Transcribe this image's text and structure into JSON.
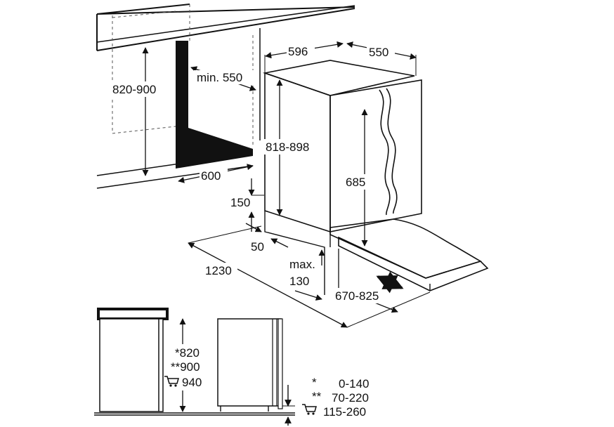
{
  "dimensions": {
    "niche_height": "820-900",
    "niche_min_depth": "min. 550",
    "niche_width": "600",
    "appliance_width": "596",
    "appliance_depth": "550",
    "appliance_height": "818-898",
    "door_height": "685",
    "plinth_height": "150",
    "plinth_setback": "50",
    "door_open_clearance": "1230",
    "plinth_max_line1": "max.",
    "plinth_max_line2": "130",
    "door_travel": "670-825"
  },
  "height_options": {
    "opt1": "*820",
    "opt2": "**900",
    "opt3": "940",
    "icon": "shopping-cart-icon"
  },
  "plinth_table": {
    "row1_mark": "*",
    "row1_value": "0-140",
    "row2_mark": "**",
    "row2_value": "70-220",
    "row3_value": "115-260",
    "icon": "shopping-cart-icon"
  }
}
